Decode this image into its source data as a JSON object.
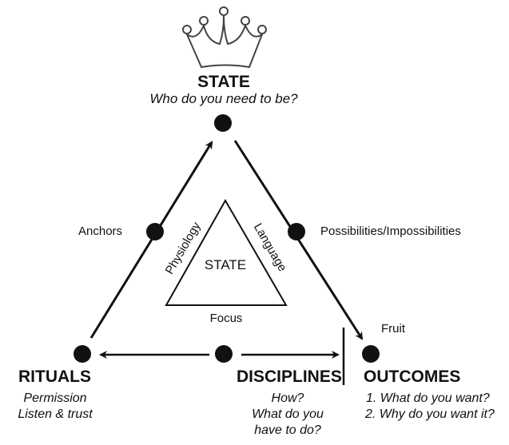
{
  "state": {
    "title": "STATE",
    "subtitle": "Who do you need to be?",
    "icon": "crown-icon"
  },
  "edges": {
    "left_label": "Anchors",
    "right_label": "Possibilities/Impossibilities",
    "outcome_label": "Fruit"
  },
  "inner_triangle": {
    "center": "STATE",
    "left_side": "Physiology",
    "right_side": "Language",
    "bottom_side": "Focus"
  },
  "rituals": {
    "title": "RITUALS",
    "lines": [
      "Permission",
      "Listen & trust"
    ]
  },
  "disciplines": {
    "title": "DISCIPLINES",
    "lines": [
      "How?",
      "What do you",
      "have to do?"
    ]
  },
  "outcomes": {
    "title": "OUTCOMES",
    "lines": [
      "1. What do you want?",
      "2. Why do you want it?"
    ]
  },
  "colors": {
    "ink": "#111111",
    "crown": "#444444"
  }
}
